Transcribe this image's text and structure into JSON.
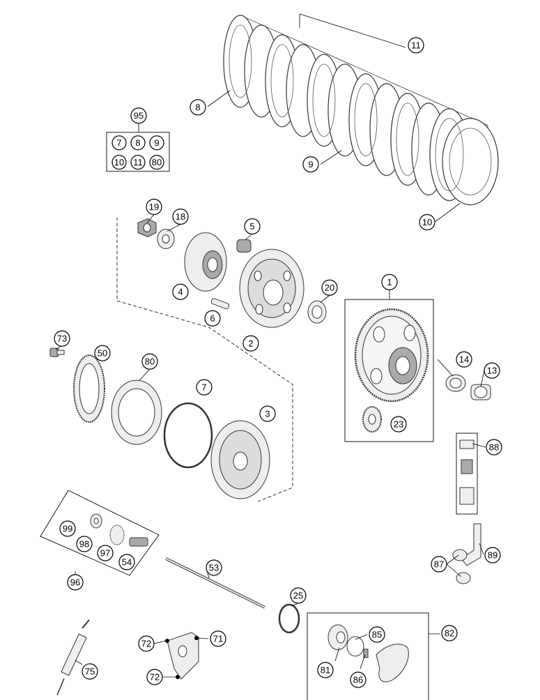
{
  "labels": {
    "p1": "1",
    "p2": "2",
    "p3": "3",
    "p4": "4",
    "p5": "5",
    "p6": "6",
    "p7": "7",
    "p8": "8",
    "p9": "9",
    "p10": "10",
    "p11": "11",
    "p13": "13",
    "p14": "14",
    "p18": "18",
    "p19": "19",
    "p20": "20",
    "p23": "23",
    "p25": "25",
    "p50": "50",
    "p53": "53",
    "p54": "54",
    "p71": "71",
    "p72a": "72",
    "p72b": "72",
    "p73": "73",
    "p75": "75",
    "p80": "80",
    "p81": "81",
    "p82": "82",
    "p85": "85",
    "p86": "86",
    "p87": "87",
    "p88": "88",
    "p89": "89",
    "p95": "95",
    "p96": "96",
    "p97": "97",
    "p98": "98",
    "p99": "99"
  },
  "kit95": {
    "items": [
      "7",
      "8",
      "9",
      "10",
      "11",
      "80"
    ]
  }
}
